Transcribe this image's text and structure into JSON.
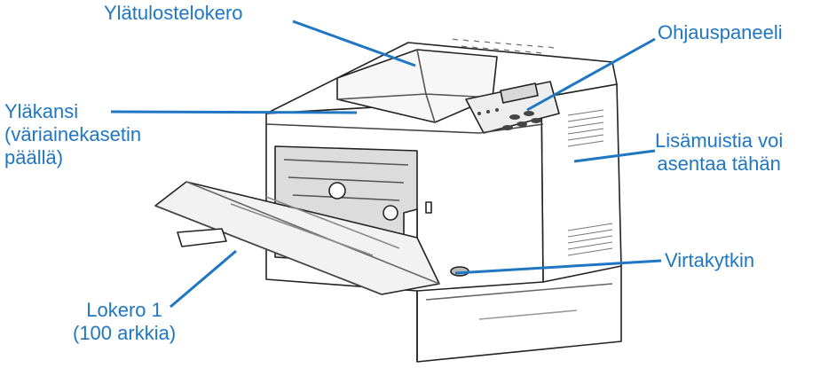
{
  "colors": {
    "label": "#1f76c2",
    "leader": "#1f76c2",
    "outline": "#222222",
    "shade": "#c9c9c9"
  },
  "labels": {
    "top_output_bin": "Ylätulostelokero",
    "control_panel": "Ohjauspaneeli",
    "top_cover_line1": "Yläkansi",
    "top_cover_line2": "(väriainekasetin",
    "top_cover_line3": "päällä)",
    "memory_line1": "Lisämuistia voi",
    "memory_line2": "asentaa tähän",
    "power_switch": "Virtakytkin",
    "tray1_line1": "Lokero 1",
    "tray1_line2": "(100 arkkia)"
  },
  "icons": [
    "printer-illustration"
  ]
}
